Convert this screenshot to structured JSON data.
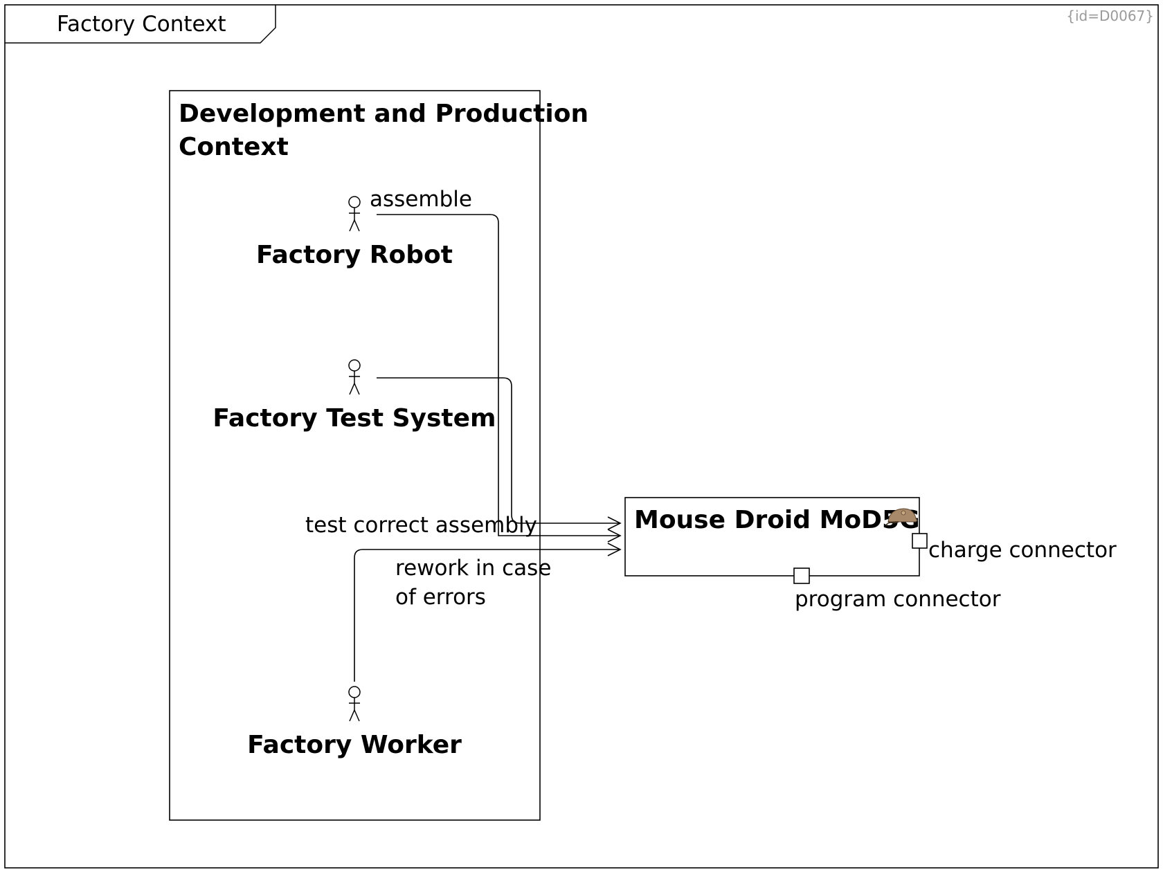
{
  "frame": {
    "title": "Factory Context",
    "id_label": "{id=D0067}"
  },
  "context_box": {
    "title_line1": "Development and Production",
    "title_line2": "Context"
  },
  "actors": {
    "robot": "Factory Robot",
    "test_system": "Factory Test System",
    "worker": "Factory Worker"
  },
  "flows": {
    "assemble": "assemble",
    "test": "test correct assembly",
    "rework_line1": "rework in case",
    "rework_line2": "of errors"
  },
  "block": {
    "title": "Mouse Droid MoD5G",
    "icon": "mouse-icon",
    "icon_color": "#a88a6a"
  },
  "ports": {
    "charge": "charge connector",
    "program": "program connector"
  }
}
